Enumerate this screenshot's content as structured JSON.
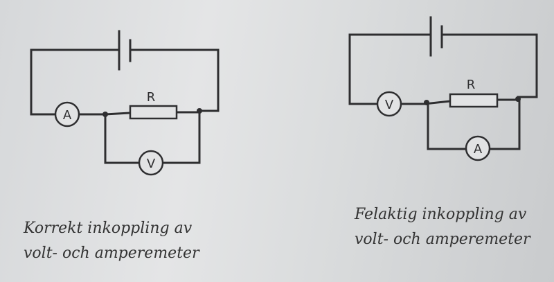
{
  "left_circuit": {
    "resistor_label": "R",
    "ammeter_label": "A",
    "voltmeter_label": "V",
    "caption_line1": "Korrekt inkoppling av",
    "caption_line2": "volt- och amperemeter"
  },
  "right_circuit": {
    "resistor_label": "R",
    "ammeter_label": "A",
    "voltmeter_label": "V",
    "caption_line1": "Felaktig inkoppling av",
    "caption_line2": "volt- och amperemeter"
  }
}
